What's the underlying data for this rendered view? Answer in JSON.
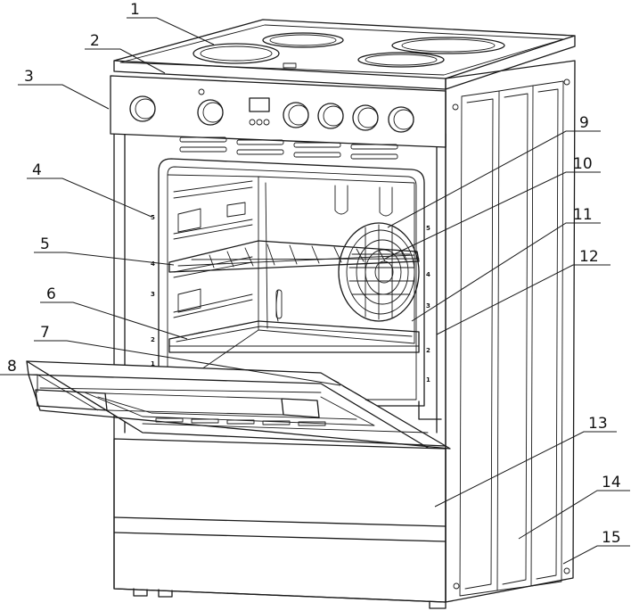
{
  "callouts": [
    {
      "id": "1",
      "label": "1"
    },
    {
      "id": "2",
      "label": "2"
    },
    {
      "id": "3",
      "label": "3"
    },
    {
      "id": "4",
      "label": "4"
    },
    {
      "id": "5",
      "label": "5"
    },
    {
      "id": "6",
      "label": "6"
    },
    {
      "id": "7",
      "label": "7"
    },
    {
      "id": "8",
      "label": "8"
    },
    {
      "id": "9",
      "label": "9"
    },
    {
      "id": "10",
      "label": "10"
    },
    {
      "id": "11",
      "label": "11"
    },
    {
      "id": "12",
      "label": "12"
    },
    {
      "id": "13",
      "label": "13"
    },
    {
      "id": "14",
      "label": "14"
    },
    {
      "id": "15",
      "label": "15"
    }
  ],
  "left_shelf_marks": [
    "5",
    "4",
    "3",
    "2",
    "1"
  ],
  "right_shelf_marks": [
    "5",
    "4",
    "3",
    "2",
    "1"
  ],
  "colors": {
    "line": "#1a1a1a",
    "background": "#ffffff"
  }
}
